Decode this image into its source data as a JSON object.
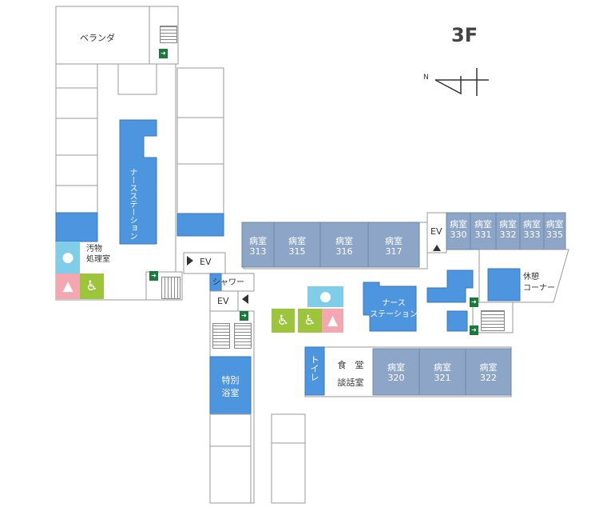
{
  "floor": {
    "title": "3F",
    "compass": "N"
  },
  "labels": {
    "veranda": "ベランダ",
    "nurse_station_west": "ナースステーション",
    "nurse_station_east": "ナース\nステーション",
    "dirty_room": "汚物\n処理室",
    "ev1": "EV",
    "ev2": "EV",
    "ev3": "EV",
    "shower": "シャワー",
    "toilet": "トイレ",
    "dining": "食　堂\n談話室",
    "bath": "特別\n浴室",
    "lounge": "休憩\nコーナー"
  },
  "rooms": {
    "r313": "病室\n313",
    "r315": "病室\n315",
    "r316": "病室\n316",
    "r317": "病室\n317",
    "r320": "病室\n320",
    "r321": "病室\n321",
    "r322": "病室\n322",
    "r330": "病室\n330",
    "r331": "病室\n331",
    "r332": "病室\n332",
    "r333": "病室\n333",
    "r335": "病室\n335"
  },
  "icons": [
    "man-icon",
    "woman-icon",
    "wheelchair-icon",
    "exit-sign-icon",
    "stairs-icon",
    "compass-icon"
  ],
  "colors": {
    "room": "#8da6c8",
    "nurse": "#4e95e0",
    "man": "#7fcde8",
    "woman": "#f4a7b1",
    "accessible": "#9cc53b",
    "exit": "#1a7a3a"
  }
}
